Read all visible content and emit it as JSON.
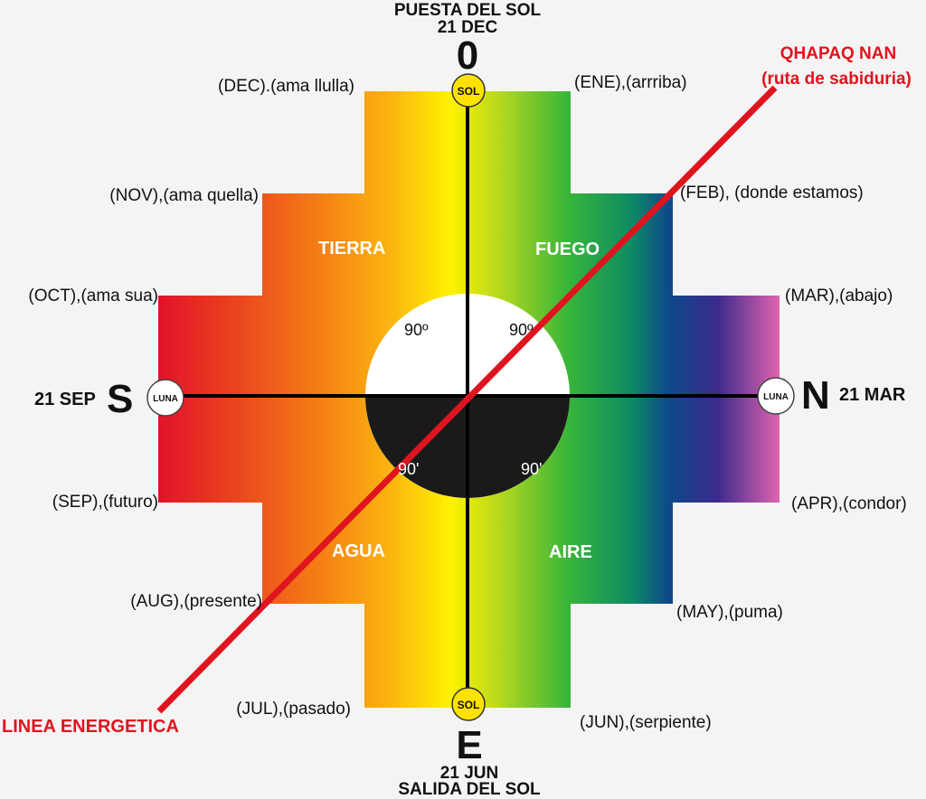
{
  "top": {
    "line1": "PUESTA DEL SOL",
    "line2": "21 DEC",
    "letter": "0"
  },
  "bottom": {
    "letter": "E",
    "line1": "21 JUN",
    "line2": "SALIDA DEL SOL"
  },
  "left": {
    "date": "21 SEP",
    "letter": "S"
  },
  "right": {
    "letter": "N",
    "date": "21 MAR"
  },
  "markers": {
    "sun_top": "SOL",
    "sun_bottom": "SOL",
    "moon_left": "LUNA",
    "moon_right": "LUNA"
  },
  "months": {
    "dec": "(DEC).(ama llulla)",
    "nov": "(NOV),(ama quella)",
    "oct": "(OCT),(ama sua)",
    "sep": "(SEP),(futuro)",
    "aug": "(AUG),(presente)",
    "jul": "(JUL),(pasado)",
    "ene": "(ENE),(arrriba)",
    "feb": "(FEB), (donde estamos)",
    "mar": "(MAR),(abajo)",
    "apr": "(APR),(condor)",
    "may": "(MAY),(puma)",
    "jun": "(JUN),(serpiente)"
  },
  "elements": {
    "tierra": "TIERRA",
    "fuego": "FUEGO",
    "agua": "AGUA",
    "aire": "AIRE"
  },
  "angles": {
    "tl": "90º",
    "tr": "90º",
    "bl": "90'",
    "br": "90'"
  },
  "qhapaq": {
    "line1": "QHAPAQ NAN",
    "line2": "(ruta de sabiduria)"
  },
  "linea": "LINEA ENERGETICA",
  "colors": {
    "red_line": "#e0141e",
    "sun": "#ffe200",
    "dark": "#1a1a1a"
  }
}
